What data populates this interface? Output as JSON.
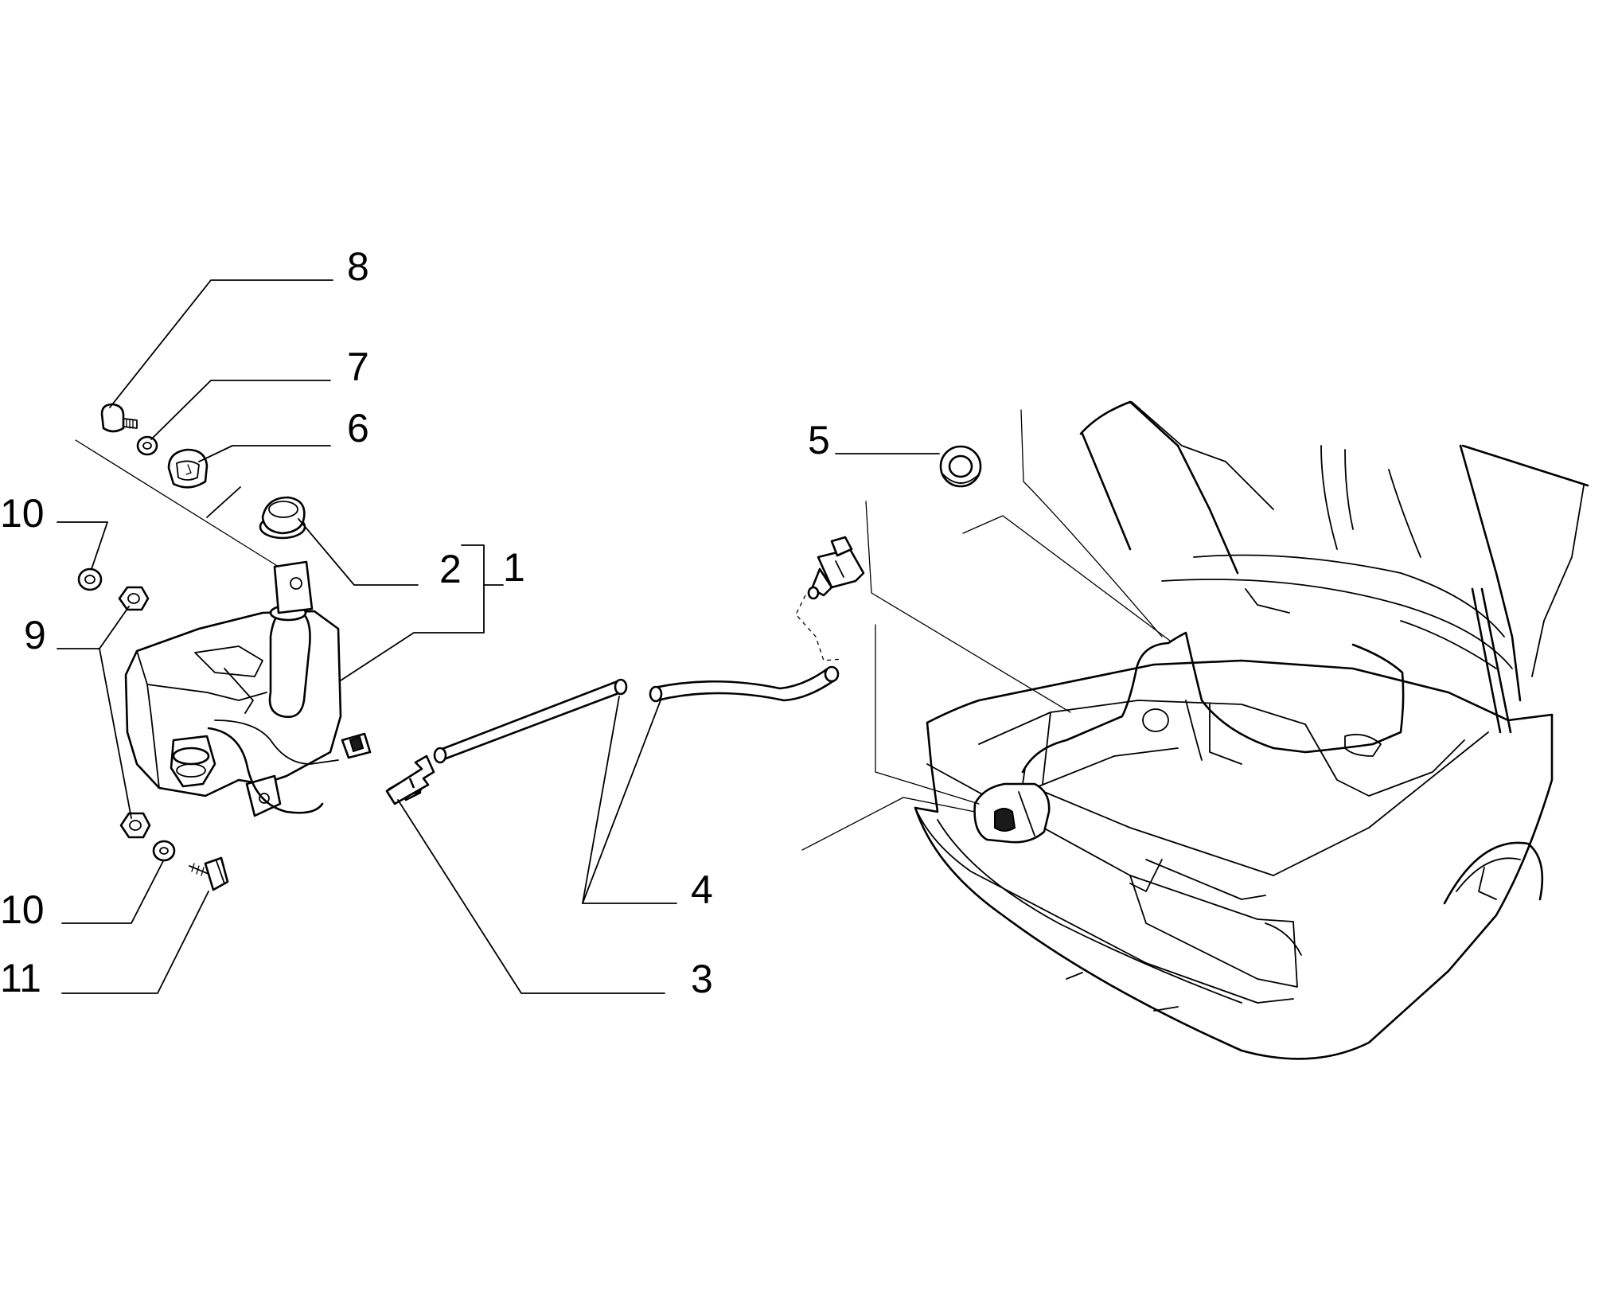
{
  "callouts": [
    {
      "id": "1",
      "label": "1"
    },
    {
      "id": "2",
      "label": "2"
    },
    {
      "id": "3",
      "label": "3"
    },
    {
      "id": "4",
      "label": "4"
    },
    {
      "id": "5",
      "label": "5"
    },
    {
      "id": "6",
      "label": "6"
    },
    {
      "id": "7",
      "label": "7"
    },
    {
      "id": "8",
      "label": "8"
    },
    {
      "id": "9",
      "label": "9"
    },
    {
      "id": "10a",
      "label": "10"
    },
    {
      "id": "10b",
      "label": "10"
    },
    {
      "id": "11",
      "label": "11"
    }
  ]
}
